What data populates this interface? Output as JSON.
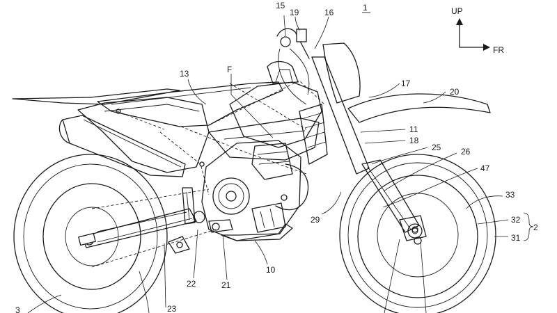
{
  "figure": {
    "number": "1",
    "direction": {
      "up": "UP",
      "front": "FR"
    }
  },
  "labels": {
    "l15": "15",
    "l19": "19",
    "l16": "16",
    "l13": "13",
    "lF": "F",
    "l17": "17",
    "l20": "20",
    "l11": "11",
    "l18": "18",
    "l25": "25",
    "l26": "26",
    "l47": "47",
    "l33": "33",
    "l32": "32",
    "l2": "2",
    "l31": "31",
    "l29": "29",
    "l10": "10",
    "l22": "22",
    "l21": "21",
    "l23": "23",
    "l3": "3"
  }
}
